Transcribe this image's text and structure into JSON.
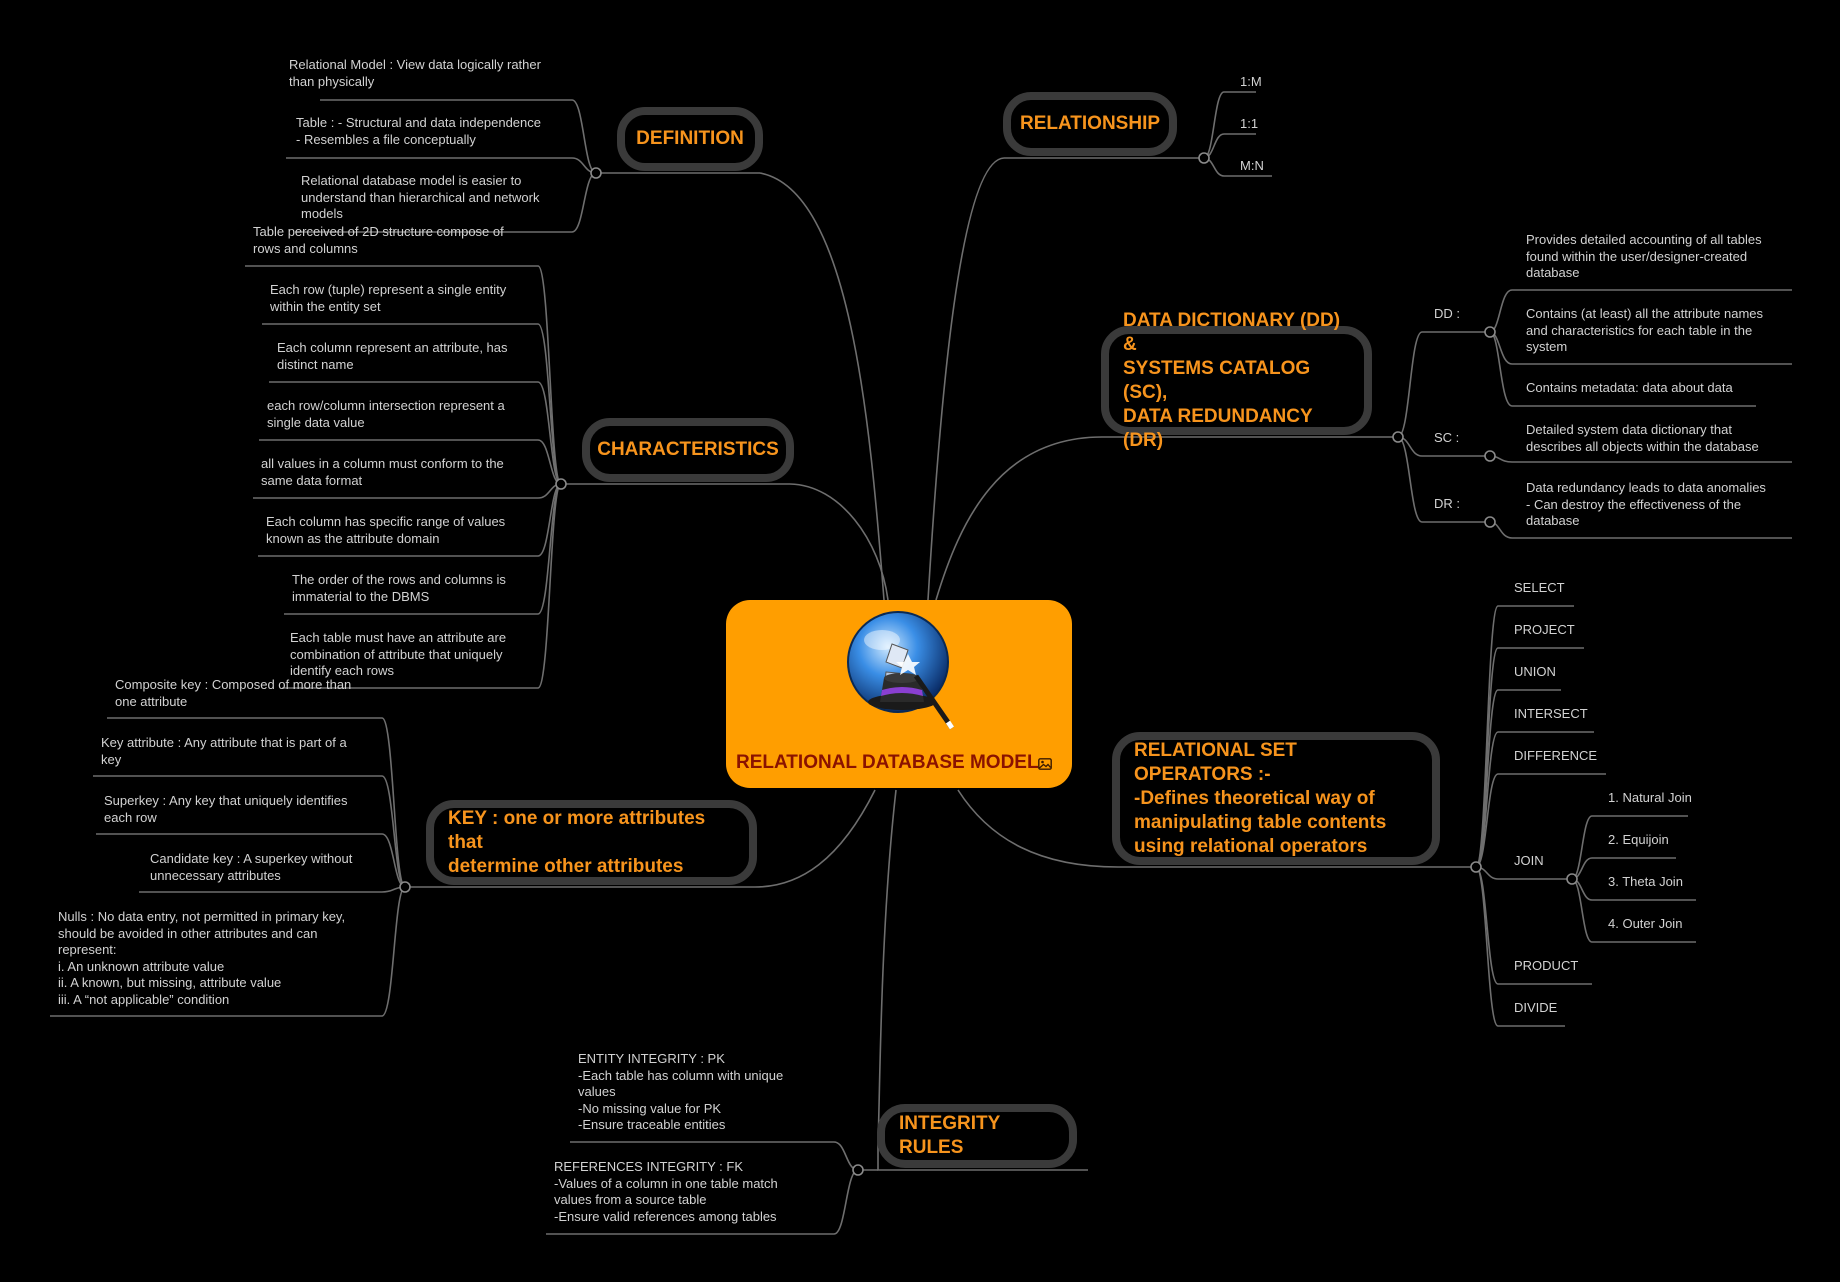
{
  "central": {
    "title": "RELATIONAL DATABASE MODEL",
    "logo_icon": "magic-hat-globe-icon",
    "attachment_icon": "image-icon"
  },
  "colors": {
    "background": "#000000",
    "central_fill": "#ff9e00",
    "central_text": "#8a1200",
    "topic_text": "#f7941d",
    "topic_border": "#3a3a3a",
    "leaf_text": "#d2d2d2",
    "connector": "#6e6e6e"
  },
  "topics": {
    "definition": {
      "label": "DEFINITION",
      "items": [
        "Relational Model : View data logically rather\nthan physically",
        "Table : - Structural and data independence\n           - Resembles a file conceptually",
        "Relational database model is easier to\nunderstand than hierarchical and network\nmodels"
      ]
    },
    "characteristics": {
      "label": "CHARACTERISTICS",
      "items": [
        "Table perceived of 2D structure compose of\nrows and columns",
        "Each row (tuple) represent a single entity\nwithin the entity set",
        "Each column represent an attribute, has\ndistinct name",
        "each row/column intersection represent a\nsingle data value",
        "all values in a column must conform to the\nsame data format",
        "Each column has specific range of values\nknown as the attribute domain",
        "The order of the rows and columns is\nimmaterial to the DBMS",
        "Each table must have an attribute are\ncombination of attribute that uniquely\nidentify each rows"
      ]
    },
    "key": {
      "label": "KEY :  one or more attributes that\ndetermine other attributes",
      "items": [
        "Composite key : Composed of more than\none attribute",
        "Key attribute : Any attribute that is part of a\nkey",
        "Superkey : Any key that uniquely identifies\neach row",
        "Candidate key : A superkey without\nunnecessary attributes",
        "Nulls : No data entry, not permitted in primary key,\nshould be avoided in other attributes and can\nrepresent:\ni. An unknown attribute value\nii. A known, but missing, attribute value\niii. A “not applicable” condition"
      ]
    },
    "integrity": {
      "label": "INTEGRITY RULES",
      "items": [
        "ENTITY INTEGRITY : PK\n-Each table has column with unique\nvalues\n-No missing value for PK\n-Ensure traceable entities",
        "REFERENCES INTEGRITY : FK\n-Values of a column in one table match\nvalues from a source table\n-Ensure valid references among tables"
      ]
    },
    "relationship": {
      "label": "RELATIONSHIP",
      "items": [
        "1:M",
        "1:1",
        "M:N"
      ]
    },
    "data_dictionary": {
      "label": "DATA DICTIONARY (DD) &\nSYSTEMS CATALOG (SC),\nDATA REDUNDANCY (DR)",
      "groups": [
        {
          "label": "DD :",
          "items": [
            "Provides detailed accounting of all tables\nfound within the user/designer-created\ndatabase",
            "Contains (at least) all the attribute names\nand characteristics for each table in the\nsystem",
            "Contains metadata: data about data"
          ]
        },
        {
          "label": "SC :",
          "items": [
            "Detailed system data dictionary that\ndescribes all objects within the database"
          ]
        },
        {
          "label": "DR :",
          "items": [
            "Data redundancy leads to data anomalies\n- Can destroy the effectiveness of the\ndatabase"
          ]
        }
      ]
    },
    "set_operators": {
      "label": "RELATIONAL SET OPERATORS :-\n-Defines theoretical way of\nmanipulating table contents\nusing relational operators",
      "items": [
        "SELECT",
        "PROJECT",
        "UNION",
        "INTERSECT",
        "DIFFERENCE",
        "JOIN",
        "PRODUCT",
        "DIVIDE"
      ],
      "join_types": [
        "1. Natural Join",
        "2. Equijoin",
        "3. Theta Join",
        "4. Outer Join"
      ]
    }
  }
}
